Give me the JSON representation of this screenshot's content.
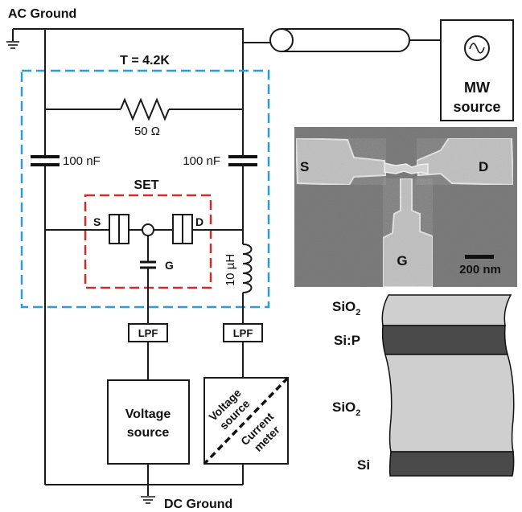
{
  "labels": {
    "ac_ground": "AC Ground",
    "temperature": "T = 4.2K",
    "resistor": "50 Ω",
    "capacitor_left": "100 nF",
    "capacitor_right": "100 nF",
    "set": "SET",
    "source_terminal": "S",
    "drain_terminal": "D",
    "gate_terminal": "G",
    "inductor": "10 µH",
    "lpf_left": "LPF",
    "lpf_right": "LPF",
    "voltage_source_line1": "Voltage",
    "voltage_source_line2": "source",
    "vs_cm_top_line1": "Voltage",
    "vs_cm_top_line2": "source",
    "vs_cm_bottom_line1": "Current",
    "vs_cm_bottom_line2": "meter",
    "dc_ground": "DC Ground",
    "mw_source_line1": "MW",
    "mw_source_line2": "source",
    "sem_source": "S",
    "sem_drain": "D",
    "sem_gate": "G",
    "scale_bar": "200 nm",
    "layer_sio2_top": "SiO",
    "layer_sio2_top_sub": "2",
    "layer_sip": "Si:P",
    "layer_sio2_mid": "SiO",
    "layer_sio2_mid_sub": "2",
    "layer_si": "Si"
  },
  "colors": {
    "cryostat_boundary": "#2e9bd6",
    "set_boundary": "#d42a2a",
    "sem_background": "#7f7f7f",
    "sem_electrode": "#c4c4c4",
    "layer_light": "#cfcfcf",
    "layer_dark": "#4a4a4a"
  }
}
